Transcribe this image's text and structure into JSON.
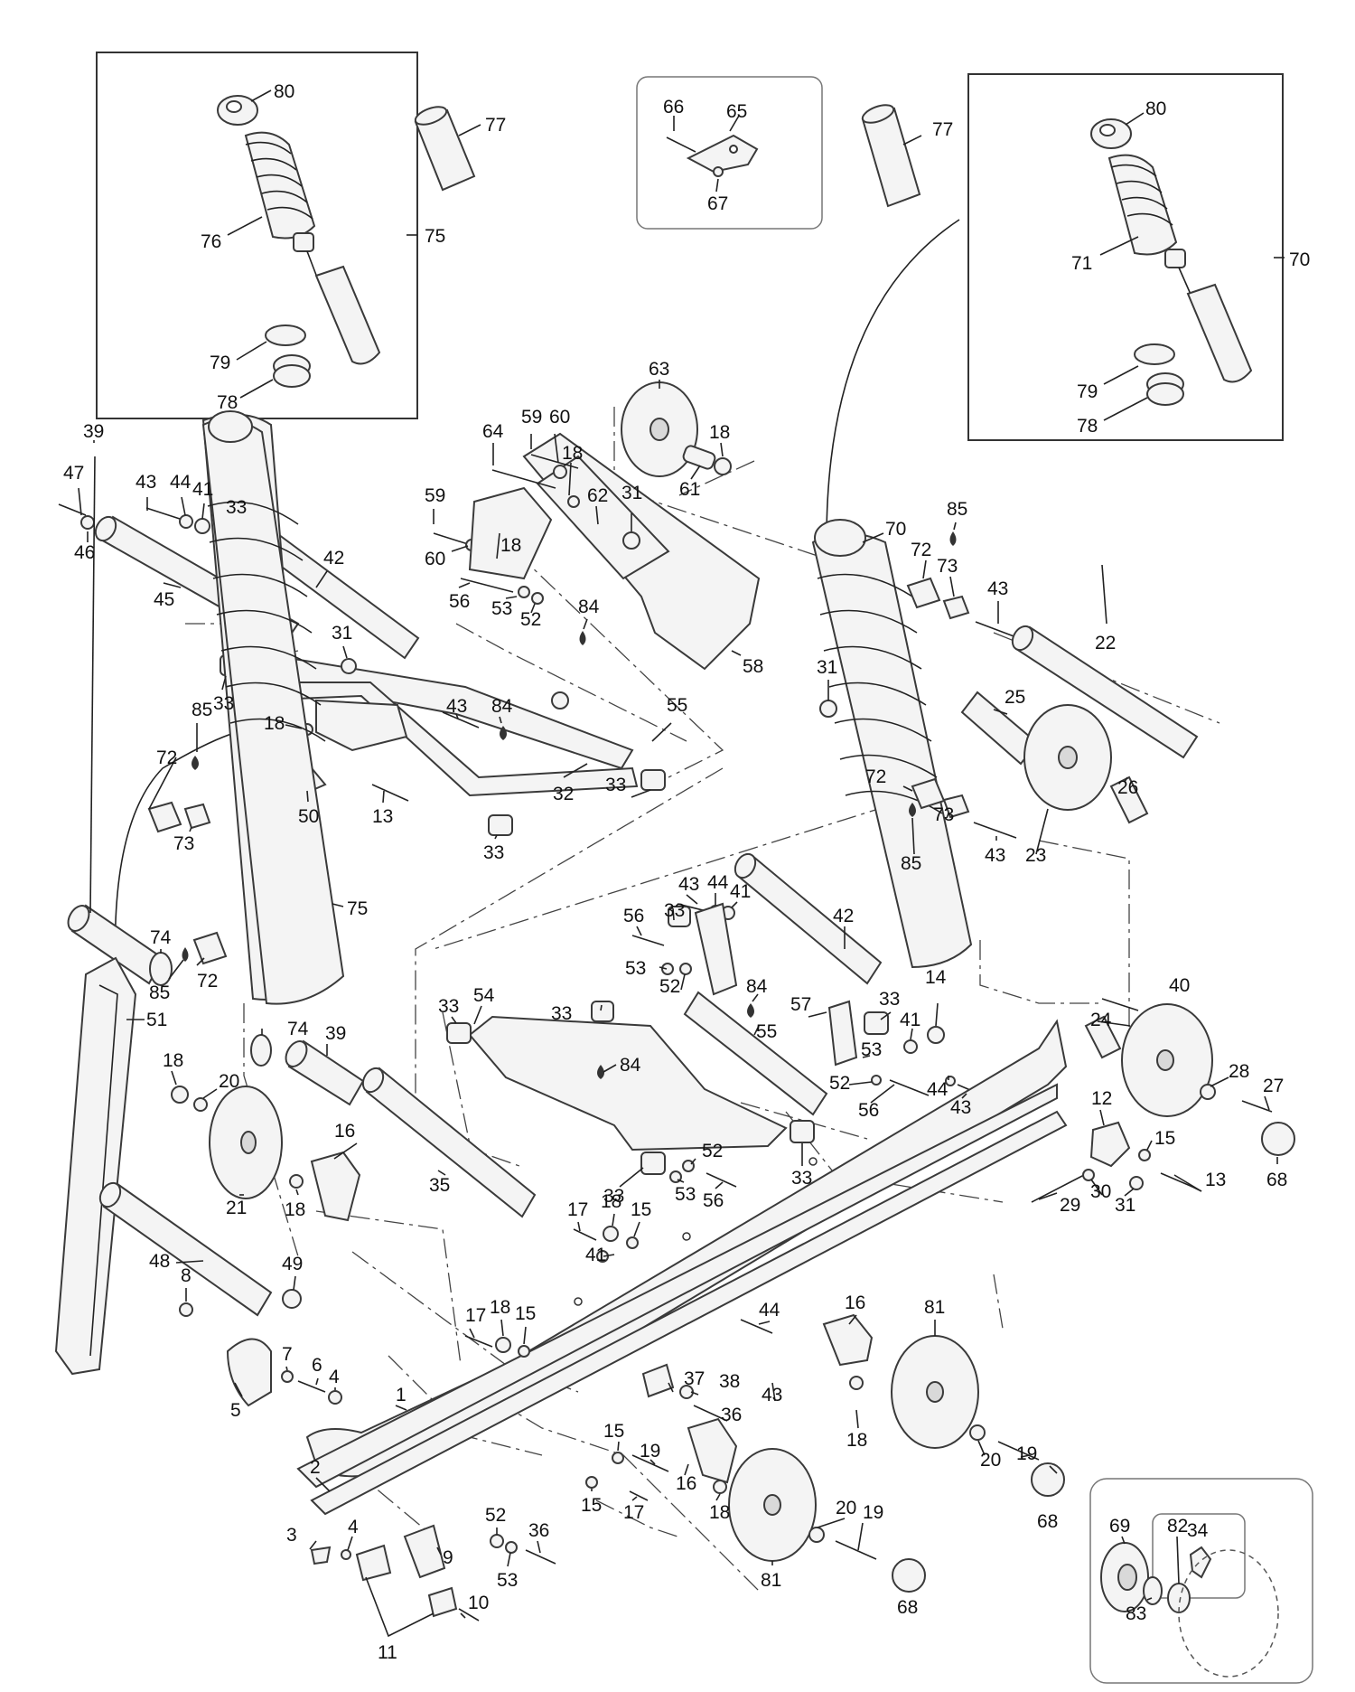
{
  "diagram": {
    "callouts": [
      {
        "id": "c80a",
        "label": "80"
      },
      {
        "id": "c77a",
        "label": "77"
      },
      {
        "id": "c76",
        "label": "76"
      },
      {
        "id": "c75a",
        "label": "75"
      },
      {
        "id": "c79a",
        "label": "79"
      },
      {
        "id": "c78a",
        "label": "78"
      },
      {
        "id": "c66",
        "label": "66"
      },
      {
        "id": "c65",
        "label": "65"
      },
      {
        "id": "c67",
        "label": "67"
      },
      {
        "id": "c77b",
        "label": "77"
      },
      {
        "id": "c80b",
        "label": "80"
      },
      {
        "id": "c71",
        "label": "71"
      },
      {
        "id": "c70a",
        "label": "70"
      },
      {
        "id": "c79b",
        "label": "79"
      },
      {
        "id": "c78b",
        "label": "78"
      },
      {
        "id": "c63",
        "label": "63"
      },
      {
        "id": "c59a",
        "label": "59"
      },
      {
        "id": "c60a",
        "label": "60"
      },
      {
        "id": "c64",
        "label": "64"
      },
      {
        "id": "c18a",
        "label": "18"
      },
      {
        "id": "c18b",
        "label": "18"
      },
      {
        "id": "c61",
        "label": "61"
      },
      {
        "id": "c62",
        "label": "62"
      },
      {
        "id": "c31a",
        "label": "31"
      },
      {
        "id": "c59b",
        "label": "59"
      },
      {
        "id": "c60b",
        "label": "60"
      },
      {
        "id": "c18c",
        "label": "18"
      },
      {
        "id": "c56a",
        "label": "56"
      },
      {
        "id": "c53a",
        "label": "53"
      },
      {
        "id": "c52a",
        "label": "52"
      },
      {
        "id": "c58",
        "label": "58"
      },
      {
        "id": "c84a",
        "label": "84"
      },
      {
        "id": "c70b",
        "label": "70"
      },
      {
        "id": "c85a",
        "label": "85"
      },
      {
        "id": "c72a",
        "label": "72"
      },
      {
        "id": "c73a",
        "label": "73"
      },
      {
        "id": "c43a",
        "label": "43"
      },
      {
        "id": "c22",
        "label": "22"
      },
      {
        "id": "c31b",
        "label": "31"
      },
      {
        "id": "c25",
        "label": "25"
      },
      {
        "id": "c72b",
        "label": "72"
      },
      {
        "id": "c73b",
        "label": "73"
      },
      {
        "id": "c26",
        "label": "26"
      },
      {
        "id": "c85b",
        "label": "85"
      },
      {
        "id": "c43b",
        "label": "43"
      },
      {
        "id": "c23",
        "label": "23"
      },
      {
        "id": "c47",
        "label": "47"
      },
      {
        "id": "c46",
        "label": "46"
      },
      {
        "id": "c43c",
        "label": "43"
      },
      {
        "id": "c44a",
        "label": "44"
      },
      {
        "id": "c41a",
        "label": "41"
      },
      {
        "id": "c33a",
        "label": "33"
      },
      {
        "id": "c42a",
        "label": "42"
      },
      {
        "id": "c45",
        "label": "45"
      },
      {
        "id": "c31c",
        "label": "31"
      },
      {
        "id": "c33b",
        "label": "33"
      },
      {
        "id": "c55a",
        "label": "55"
      },
      {
        "id": "c43d",
        "label": "43"
      },
      {
        "id": "c84b",
        "label": "84"
      },
      {
        "id": "c18d",
        "label": "18"
      },
      {
        "id": "c85c",
        "label": "85"
      },
      {
        "id": "c72c",
        "label": "72"
      },
      {
        "id": "c50",
        "label": "50"
      },
      {
        "id": "c13a",
        "label": "13"
      },
      {
        "id": "c32",
        "label": "32"
      },
      {
        "id": "c33c",
        "label": "33"
      },
      {
        "id": "c33d",
        "label": "33"
      },
      {
        "id": "c73c",
        "label": "73"
      },
      {
        "id": "c39a",
        "label": "39"
      },
      {
        "id": "c75b",
        "label": "75"
      },
      {
        "id": "c74a",
        "label": "74"
      },
      {
        "id": "c72d",
        "label": "72"
      },
      {
        "id": "c85d",
        "label": "85"
      },
      {
        "id": "c51",
        "label": "51"
      },
      {
        "id": "c43e",
        "label": "43"
      },
      {
        "id": "c44b",
        "label": "44"
      },
      {
        "id": "c41b",
        "label": "41"
      },
      {
        "id": "c33e",
        "label": "33"
      },
      {
        "id": "c42b",
        "label": "42"
      },
      {
        "id": "c56b",
        "label": "56"
      },
      {
        "id": "c53b",
        "label": "53"
      },
      {
        "id": "c52b",
        "label": "52"
      },
      {
        "id": "c84c",
        "label": "84"
      },
      {
        "id": "c57",
        "label": "57"
      },
      {
        "id": "c33f",
        "label": "33"
      },
      {
        "id": "c14",
        "label": "14"
      },
      {
        "id": "c40",
        "label": "40"
      },
      {
        "id": "c33g",
        "label": "33"
      },
      {
        "id": "c54",
        "label": "54"
      },
      {
        "id": "c33h",
        "label": "33"
      },
      {
        "id": "c55b",
        "label": "55"
      },
      {
        "id": "c41c",
        "label": "41"
      },
      {
        "id": "c53c",
        "label": "53"
      },
      {
        "id": "c24",
        "label": "24"
      },
      {
        "id": "c84d",
        "label": "84"
      },
      {
        "id": "c52c",
        "label": "52"
      },
      {
        "id": "c56c",
        "label": "56"
      },
      {
        "id": "c44c",
        "label": "44"
      },
      {
        "id": "c43f",
        "label": "43"
      },
      {
        "id": "c28",
        "label": "28"
      },
      {
        "id": "c27",
        "label": "27"
      },
      {
        "id": "c74b",
        "label": "74"
      },
      {
        "id": "c39b",
        "label": "39"
      },
      {
        "id": "c18e",
        "label": "18"
      },
      {
        "id": "c20a",
        "label": "20"
      },
      {
        "id": "c12",
        "label": "12"
      },
      {
        "id": "c15a",
        "label": "15"
      },
      {
        "id": "c13b",
        "label": "13"
      },
      {
        "id": "c68a",
        "label": "68"
      },
      {
        "id": "c33i",
        "label": "33"
      },
      {
        "id": "c52d",
        "label": "52"
      },
      {
        "id": "c33j",
        "label": "33"
      },
      {
        "id": "c16a",
        "label": "16"
      },
      {
        "id": "c53d",
        "label": "53"
      },
      {
        "id": "c56d",
        "label": "56"
      },
      {
        "id": "c35",
        "label": "35"
      },
      {
        "id": "c29",
        "label": "29"
      },
      {
        "id": "c30",
        "label": "30"
      },
      {
        "id": "c31d",
        "label": "31"
      },
      {
        "id": "c21",
        "label": "21"
      },
      {
        "id": "c18f",
        "label": "18"
      },
      {
        "id": "c17a",
        "label": "17"
      },
      {
        "id": "c18g",
        "label": "18"
      },
      {
        "id": "c15b",
        "label": "15"
      },
      {
        "id": "c41d",
        "label": "41"
      },
      {
        "id": "c48",
        "label": "48"
      },
      {
        "id": "c49",
        "label": "49"
      },
      {
        "id": "c8",
        "label": "8"
      },
      {
        "id": "c18h",
        "label": "18"
      },
      {
        "id": "c17b",
        "label": "17"
      },
      {
        "id": "c15c",
        "label": "15"
      },
      {
        "id": "c44d",
        "label": "44"
      },
      {
        "id": "c16b",
        "label": "16"
      },
      {
        "id": "c81a",
        "label": "81"
      },
      {
        "id": "c34",
        "label": "34"
      },
      {
        "id": "c7",
        "label": "7"
      },
      {
        "id": "c6",
        "label": "6"
      },
      {
        "id": "c4a",
        "label": "4"
      },
      {
        "id": "c5",
        "label": "5"
      },
      {
        "id": "c1",
        "label": "1"
      },
      {
        "id": "c43g",
        "label": "43"
      },
      {
        "id": "c37",
        "label": "37"
      },
      {
        "id": "c38",
        "label": "38"
      },
      {
        "id": "c36a",
        "label": "36"
      },
      {
        "id": "c18i",
        "label": "18"
      },
      {
        "id": "c20b",
        "label": "20"
      },
      {
        "id": "c19a",
        "label": "19"
      },
      {
        "id": "c15d",
        "label": "15"
      },
      {
        "id": "c19b",
        "label": "19"
      },
      {
        "id": "c16c",
        "label": "16"
      },
      {
        "id": "c15e",
        "label": "15"
      },
      {
        "id": "c17c",
        "label": "17"
      },
      {
        "id": "c18j",
        "label": "18"
      },
      {
        "id": "c2",
        "label": "2"
      },
      {
        "id": "c68b",
        "label": "68"
      },
      {
        "id": "c20c",
        "label": "20"
      },
      {
        "id": "c19c",
        "label": "19"
      },
      {
        "id": "c69",
        "label": "69"
      },
      {
        "id": "c82",
        "label": "82"
      },
      {
        "id": "c83",
        "label": "83"
      },
      {
        "id": "c52e",
        "label": "52"
      },
      {
        "id": "c36b",
        "label": "36"
      },
      {
        "id": "c3",
        "label": "3"
      },
      {
        "id": "c4b",
        "label": "4"
      },
      {
        "id": "c9",
        "label": "9"
      },
      {
        "id": "c53e",
        "label": "53"
      },
      {
        "id": "c81b",
        "label": "81"
      },
      {
        "id": "c68c",
        "label": "68"
      },
      {
        "id": "c10",
        "label": "10"
      },
      {
        "id": "c11",
        "label": "11"
      }
    ]
  }
}
